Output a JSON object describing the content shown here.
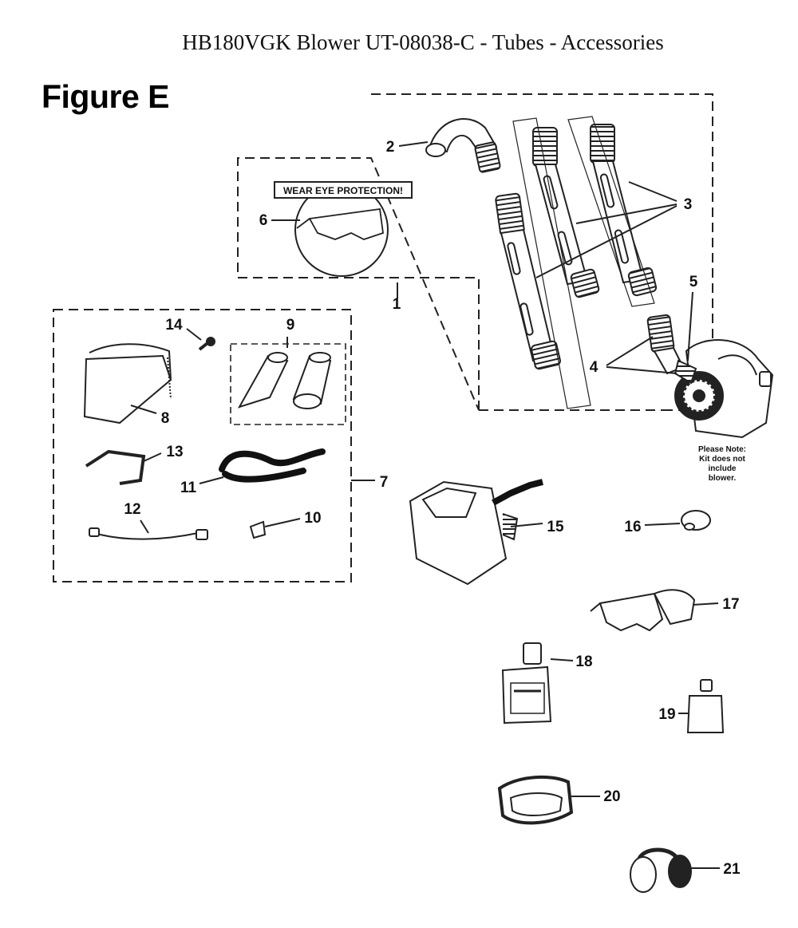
{
  "header": {
    "title": "HB180VGK Blower UT-08038-C - Tubes - Accessories",
    "figure": "Figure E"
  },
  "diagram": {
    "warning_label": "WEAR EYE PROTECTION!",
    "note_lines": [
      "Please Note:",
      "Kit does not",
      "include",
      "blower."
    ],
    "part_numbers": [
      "1",
      "2",
      "3",
      "4",
      "5",
      "6",
      "7",
      "8",
      "9",
      "10",
      "11",
      "12",
      "13",
      "14",
      "15",
      "16",
      "17",
      "18",
      "19",
      "20",
      "21"
    ]
  },
  "colors": {
    "ink": "#111111",
    "background": "#ffffff"
  }
}
